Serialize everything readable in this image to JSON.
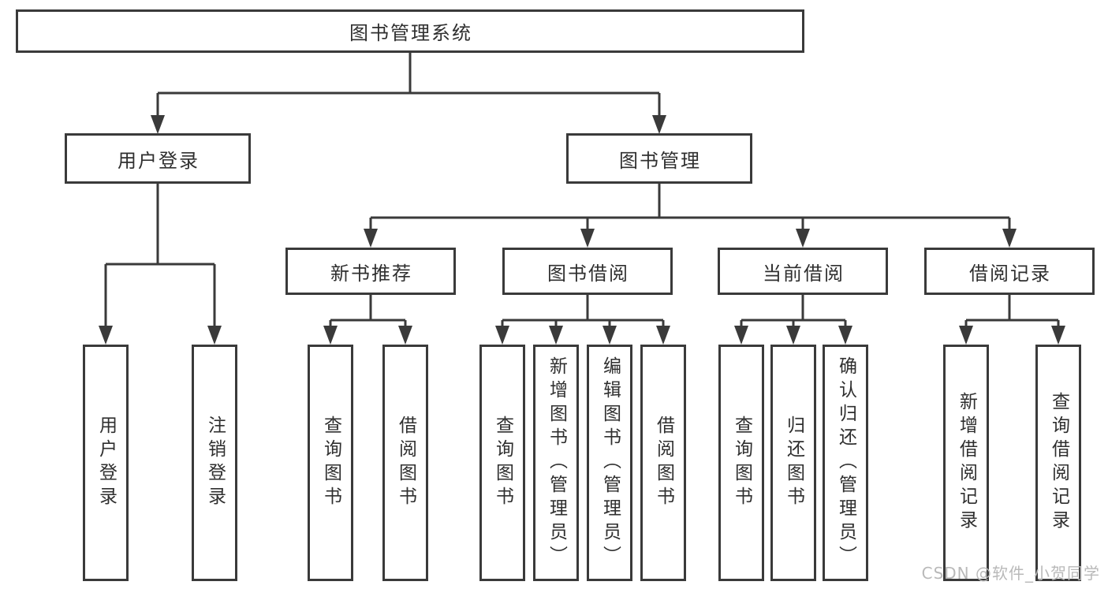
{
  "tree": {
    "root": "图书管理系统",
    "children": [
      {
        "label": "用户登录",
        "children": [
          {
            "label": "用户登录"
          },
          {
            "label": "注销登录"
          }
        ]
      },
      {
        "label": "图书管理",
        "children": [
          {
            "label": "新书推荐",
            "children": [
              {
                "label": "查询图书"
              },
              {
                "label": "借阅图书"
              }
            ]
          },
          {
            "label": "图书借阅",
            "children": [
              {
                "label": "查询图书"
              },
              {
                "label": "新增图书（管理员）"
              },
              {
                "label": "编辑图书（管理员）"
              },
              {
                "label": "借阅图书"
              }
            ]
          },
          {
            "label": "当前借阅",
            "children": [
              {
                "label": "查询图书"
              },
              {
                "label": "归还图书"
              },
              {
                "label": "确认归还（管理员）"
              }
            ]
          },
          {
            "label": "借阅记录",
            "children": [
              {
                "label": "新增借阅记录"
              },
              {
                "label": "查询借阅记录"
              }
            ]
          }
        ]
      }
    ]
  },
  "watermark": {
    "text": "CSDN @软件_小贺同学"
  },
  "colors": {
    "line": "#3a3a3a",
    "text": "#2f2f2f",
    "watermark": "#b9b9b9",
    "background": "#ffffff"
  }
}
